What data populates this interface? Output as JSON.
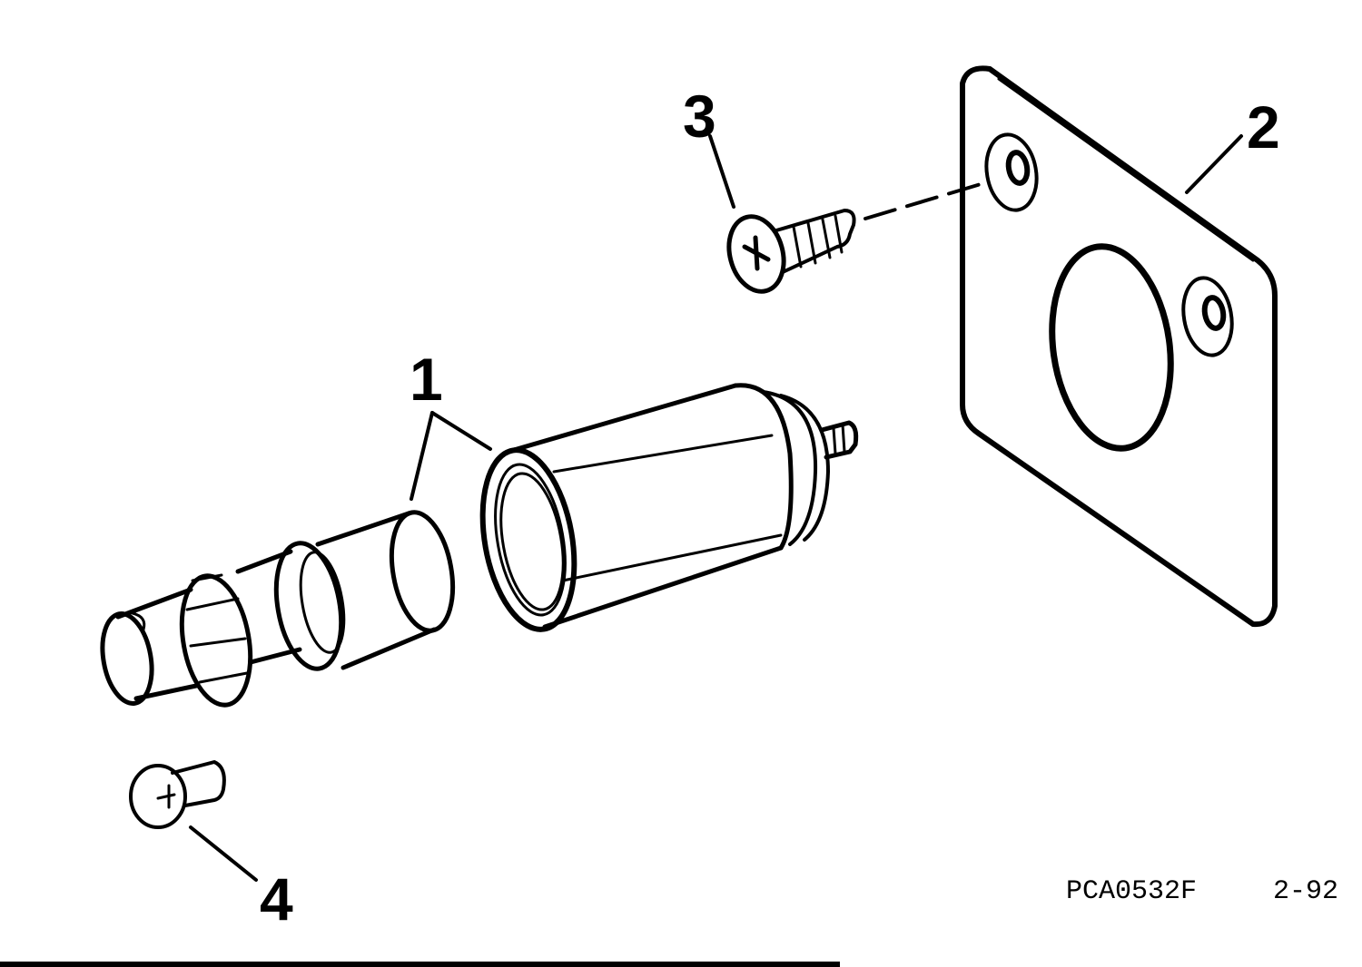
{
  "callouts": {
    "part1": "1",
    "part2": "2",
    "part3": "3",
    "part4": "4"
  },
  "footer": {
    "reference_code": "PCA0532F",
    "page_number": "2-92"
  }
}
